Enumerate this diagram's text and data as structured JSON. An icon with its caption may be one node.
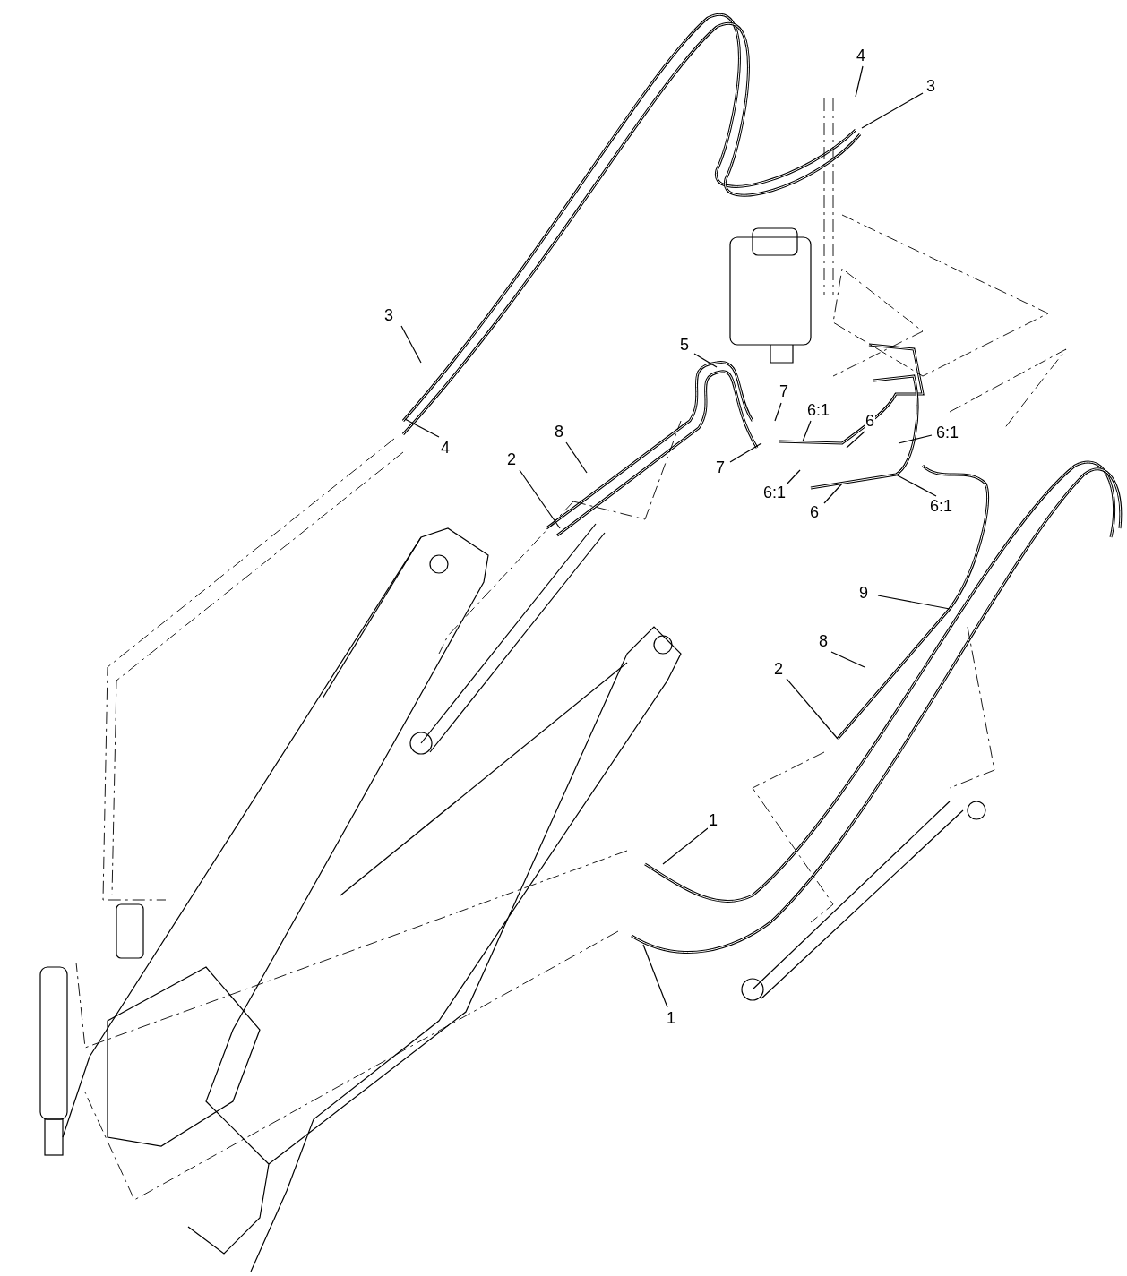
{
  "diagram": {
    "nodes": [
      {
        "text": [
          "4"
        ]
      },
      {
        "text": [
          "3"
        ]
      },
      {
        "text": [
          "3"
        ]
      },
      {
        "text": [
          "4"
        ]
      },
      {
        "text": [
          "5"
        ]
      },
      {
        "text": [
          "7"
        ]
      },
      {
        "text": [
          "6:1"
        ]
      },
      {
        "text": [
          "6"
        ]
      },
      {
        "text": [
          "6:1"
        ]
      },
      {
        "text": [
          "8"
        ]
      },
      {
        "text": [
          "2"
        ]
      },
      {
        "text": [
          "7"
        ]
      },
      {
        "text": [
          "6:1"
        ]
      },
      {
        "text": [
          "6"
        ]
      },
      {
        "text": [
          "6:1"
        ]
      },
      {
        "text": [
          "9"
        ]
      },
      {
        "text": [
          "8"
        ]
      },
      {
        "text": [
          "2"
        ]
      },
      {
        "text": [
          "1"
        ]
      },
      {
        "text": [
          "1"
        ]
      }
    ],
    "edges": [
      {
        "from": 0,
        "to": null,
        "arrow": "none"
      },
      {
        "from": 1,
        "to": null,
        "arrow": "none"
      },
      {
        "from": 2,
        "to": null,
        "arrow": "none"
      },
      {
        "from": 3,
        "to": null,
        "arrow": "none"
      },
      {
        "from": 4,
        "to": null,
        "arrow": "none"
      },
      {
        "from": 5,
        "to": null,
        "arrow": "none"
      },
      {
        "from": 6,
        "to": null,
        "arrow": "none"
      },
      {
        "from": 7,
        "to": null,
        "arrow": "none"
      },
      {
        "from": 8,
        "to": null,
        "arrow": "none"
      },
      {
        "from": 9,
        "to": null,
        "arrow": "none"
      },
      {
        "from": 10,
        "to": null,
        "arrow": "none"
      },
      {
        "from": 11,
        "to": null,
        "arrow": "none"
      },
      {
        "from": 12,
        "to": null,
        "arrow": "none"
      },
      {
        "from": 13,
        "to": null,
        "arrow": "none"
      },
      {
        "from": 14,
        "to": null,
        "arrow": "none"
      },
      {
        "from": 15,
        "to": null,
        "arrow": "none"
      },
      {
        "from": 16,
        "to": null,
        "arrow": "none"
      },
      {
        "from": 17,
        "to": null,
        "arrow": "none"
      },
      {
        "from": 18,
        "to": null,
        "arrow": "none"
      },
      {
        "from": 19,
        "to": null,
        "arrow": "none"
      }
    ]
  }
}
